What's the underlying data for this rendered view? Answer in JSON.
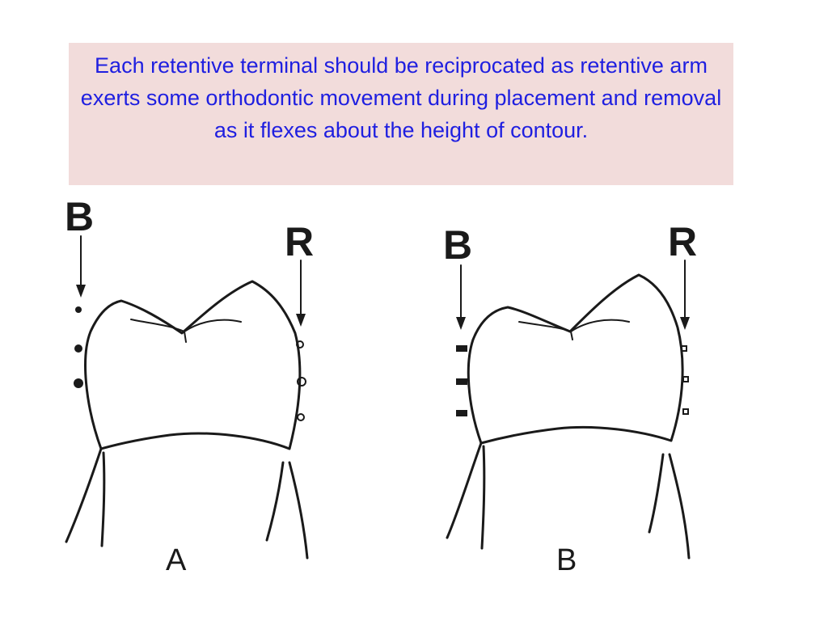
{
  "caption": {
    "text": "Each retentive terminal should be reciprocated as retentive arm exerts some orthodontic movement during placement and removal as it flexes about the height of contour."
  },
  "figures": [
    {
      "label_buccal": "B",
      "label_retentive": "R",
      "caption_letter": "A"
    },
    {
      "label_buccal": "B",
      "label_retentive": "R",
      "caption_letter": "B"
    }
  ]
}
